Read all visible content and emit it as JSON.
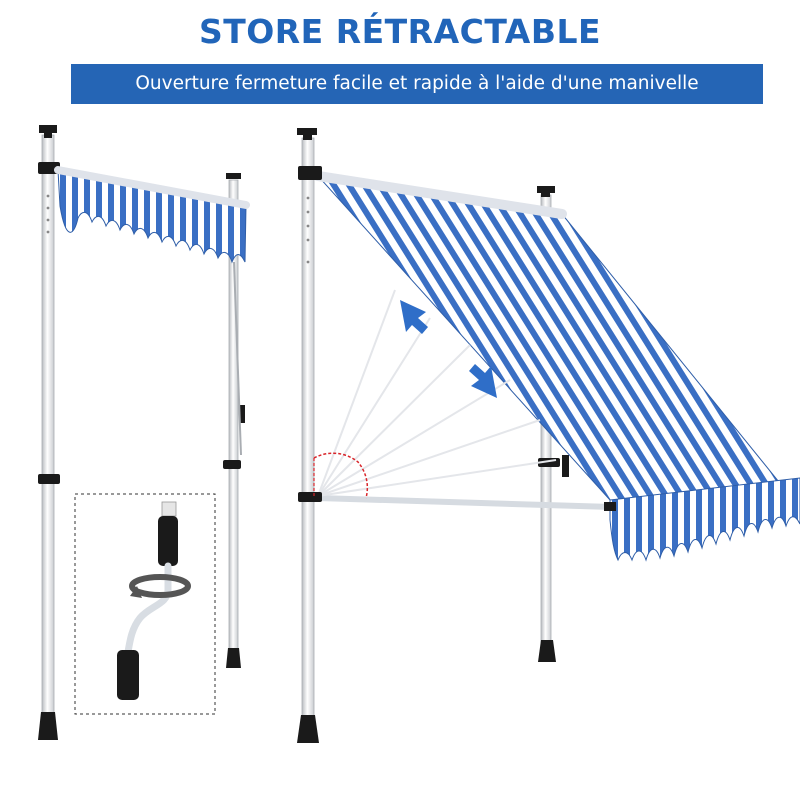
{
  "header": {
    "title": "STORE RÉTRACTABLE",
    "subtitle": "Ouverture fermeture facile et rapide à l'aide d'une manivelle"
  },
  "colors": {
    "title_blue": "#2165b9",
    "banner_blue": "#2565b5",
    "stripe_blue": "#3a6fc4",
    "stripe_white": "#ffffff",
    "arrow_blue": "#2f6ec8",
    "angle_red": "#d9252a"
  },
  "illustrations": {
    "left_awning": "retracted-awning",
    "right_awning": "extended-awning",
    "inset": "crank-handle-detail",
    "icons": [
      "double-arrow-icon",
      "angle-arc-icon",
      "rotation-arrow-icon"
    ]
  }
}
